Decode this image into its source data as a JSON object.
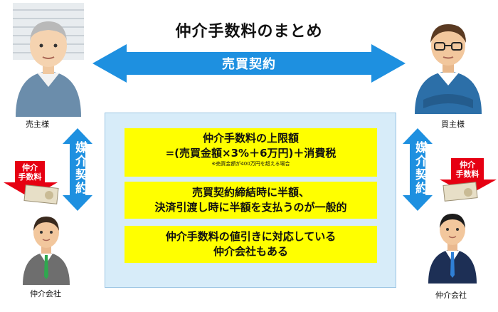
{
  "title": "仲介手数料のまとめ",
  "top_arrow_label": "売買契約",
  "seller_label": "売主様",
  "buyer_label": "買主様",
  "left_vertical": "媒介契約",
  "right_vertical": "媒介契約",
  "left_fee_label": [
    "仲介",
    "手数料"
  ],
  "right_fee_label": [
    "仲介",
    "手数料"
  ],
  "left_agent_label": "仲介会社",
  "right_agent_label": "仲介会社",
  "box1": {
    "line1": "仲介手数料の上限額",
    "line2": "=(売買金額×3%＋6万円)＋消費税",
    "note": "※売買金額が400万円を超える場合"
  },
  "box2": {
    "line1": "売買契約締結時に半額、",
    "line2": "決済引渡し時に半額を支払うのが一般的"
  },
  "box3": {
    "line1": "仲介手数料の値引きに対応している",
    "line2": "仲介会社もある"
  },
  "colors": {
    "arrow": "#1e90e0",
    "yellow": "#ffff00",
    "box_bg": "#d7ecf9",
    "fee_red": "#e60012"
  }
}
